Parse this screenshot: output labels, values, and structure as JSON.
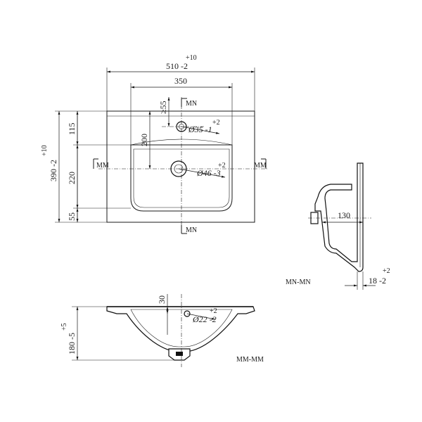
{
  "top_view": {
    "overall_width": {
      "tol": "+10",
      "value": "510 -2"
    },
    "basin_width": "350",
    "tap_offset": "≥55",
    "hole_offset": "200",
    "tap_hole": {
      "diam": "Ø35 -1",
      "tol": "+2"
    },
    "drain_hole": {
      "diam": "Ø46 -3",
      "tol": "+2"
    },
    "depth": {
      "tol": "+10",
      "value": "390 -2"
    },
    "seg_top": "115",
    "seg_mid": "220",
    "seg_bot": "55",
    "section_mn": "MN",
    "section_mm": "MM"
  },
  "side_section": {
    "depth": "130",
    "wall": {
      "tol": "+2",
      "value": "18 -2"
    },
    "title": "MN-MN"
  },
  "front_section": {
    "height": {
      "tol": "+5",
      "value": "180 -5"
    },
    "rim": "30",
    "overflow": {
      "diam": "Ø22 -2",
      "tol": "+2"
    },
    "title": "MM-MM"
  }
}
